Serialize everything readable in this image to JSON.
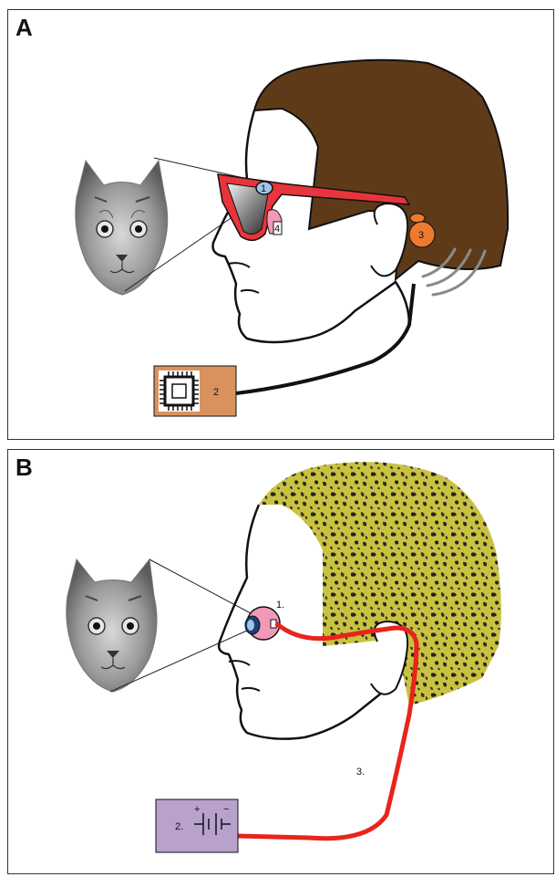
{
  "panels": [
    {
      "letter": "A",
      "labels": {
        "camera": "1",
        "processor": "2",
        "transmitter": "3",
        "receiver": "4"
      }
    },
    {
      "letter": "B",
      "labels": {
        "implant": "1.",
        "battery": "2.",
        "cable": "3."
      },
      "battery_signs": {
        "plus": "+",
        "minus": "−"
      }
    }
  ],
  "colors": {
    "hair_a": "#5e3a19",
    "hair_b": "#c9c23f",
    "glasses": "#e8343c",
    "processor_box": "#d9925e",
    "transmitter": "#ee7a2e",
    "implant_disc": "#f09ab8",
    "battery_box": "#b8a1cc",
    "cable_b": "#e8241c",
    "camera": "#9fc6e8"
  }
}
